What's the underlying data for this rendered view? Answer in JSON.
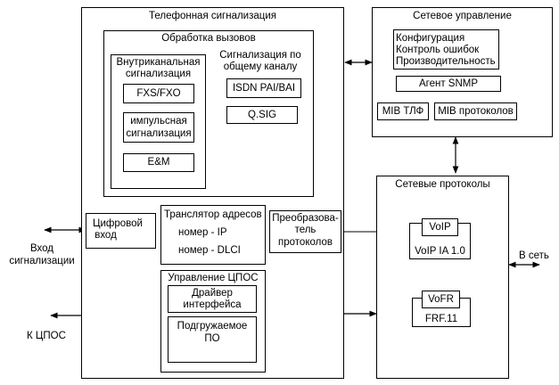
{
  "telephone_signaling": {
    "title": "Телефонная сигнализация",
    "call_processing": {
      "title": "Обработка вызовов",
      "in_channel": {
        "title_line1": "Внутриканальная",
        "title_line2": "сигнализация",
        "fxs_fxo": "FXS/FXO",
        "pulse_line1": "импульсная",
        "pulse_line2": "сигнализация",
        "em": "E&M"
      },
      "common_channel": {
        "title_line1": "Сигнализация по",
        "title_line2": "общему каналу",
        "isdn": "ISDN PAI/BAI",
        "qsig": "Q.SIG"
      }
    },
    "digital_input": {
      "line1": "Цифровой",
      "line2": "вход"
    },
    "address_translator": {
      "title": "Транслятор адресов",
      "ip": "номер - IP",
      "dlci": "номер - DLCI"
    },
    "protocol_converter": {
      "line1": "Преобразова-",
      "line2": "тель",
      "line3": "протоколов"
    },
    "dsp_control": {
      "title": "Управление  ЦПОС",
      "driver_line1": "Драйвер",
      "driver_line2": "интерфейса",
      "loadable_line1": "Подгружаемое",
      "loadable_line2": "ПО"
    }
  },
  "network_management": {
    "title": "Сетевое управление",
    "items": [
      "Конфигурация",
      "Контроль ошибок",
      "Производительность"
    ],
    "snmp_agent": "Агент SNMP",
    "mib_tlf": "MIB ТЛФ",
    "mib_protocols": "MIB протоколов"
  },
  "network_protocols": {
    "title": "Сетевые протоколы",
    "voip": "VoIP",
    "voip_ia": "VoIP IA 1.0",
    "vofr": "VoFR",
    "frf": "FRF.11"
  },
  "external": {
    "signaling_input_line1": "Вход",
    "signaling_input_line2": "сигнализации",
    "to_dsp": "К ЦПОС",
    "to_network": "В сеть"
  }
}
